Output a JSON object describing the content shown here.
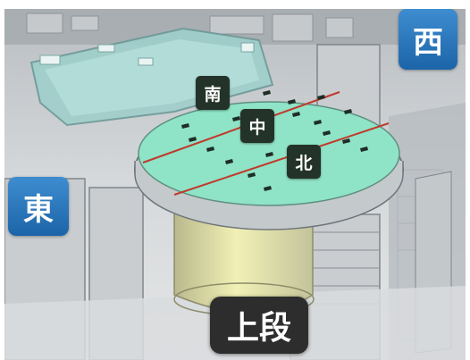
{
  "labels": {
    "west": "西",
    "east": "東",
    "south": "南",
    "center": "中",
    "north": "北",
    "level": "上段"
  },
  "colors": {
    "compass_tag": "#2a78c0",
    "zone_tag": "#243329",
    "level_tag": "#2d2d2d",
    "platform_surface": "#8fe3c6",
    "pool_water": "#a9d6d2",
    "divider_line": "#c0392b"
  }
}
